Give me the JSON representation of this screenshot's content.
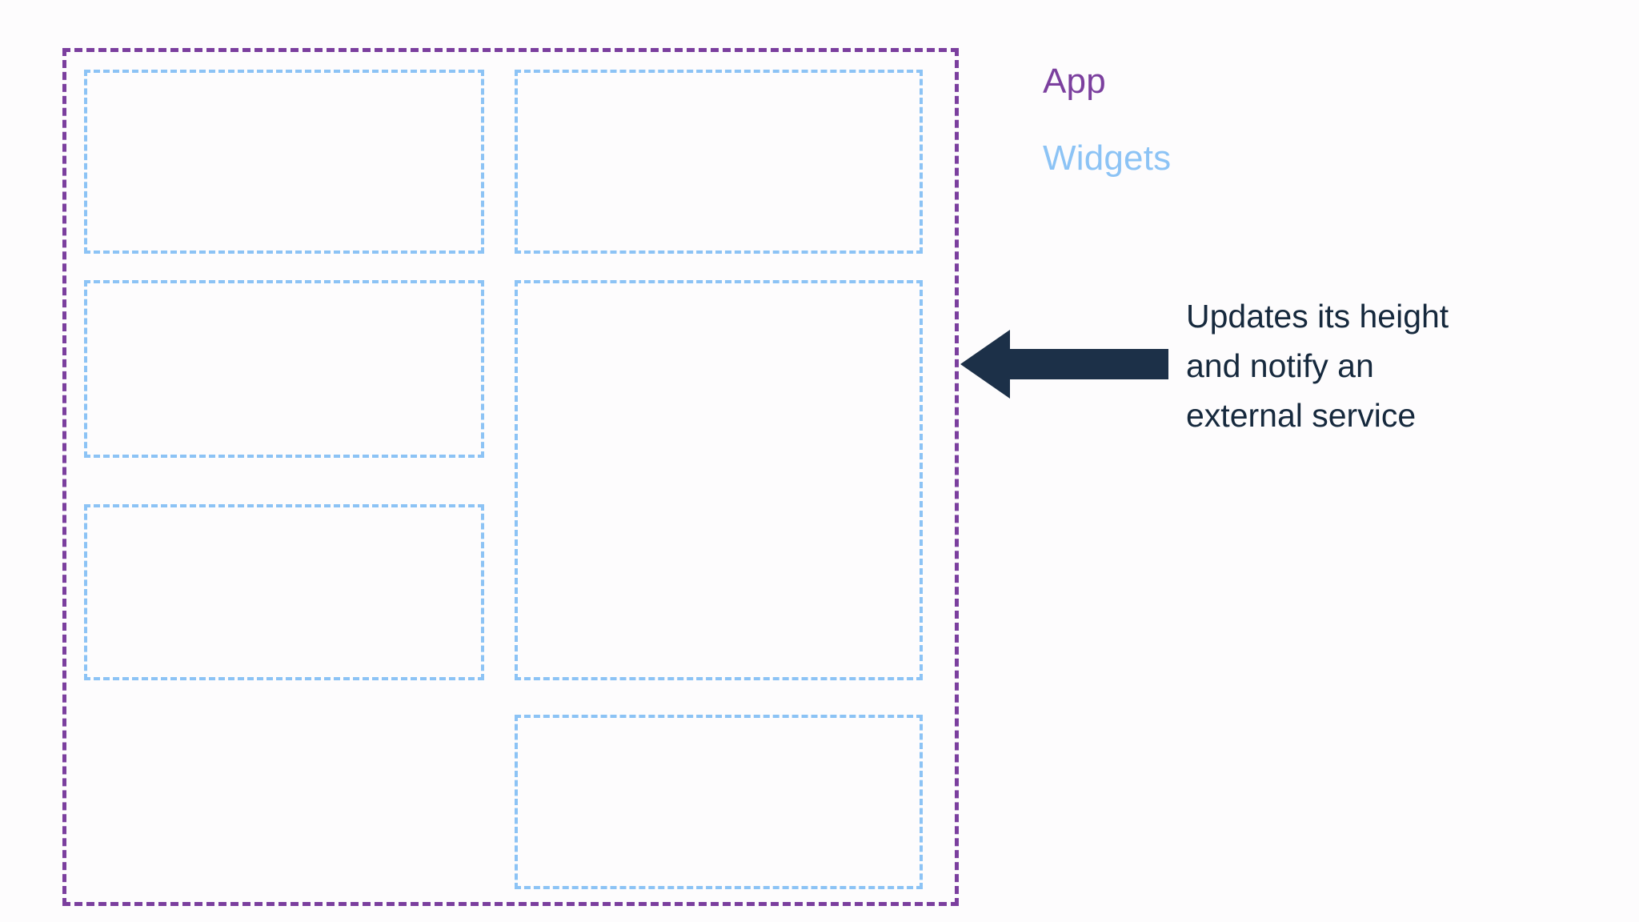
{
  "legend": {
    "app_label": "App",
    "widgets_label": "Widgets",
    "app_color": "#7B3F9E",
    "widgets_color": "#8CC3F5"
  },
  "annotation": {
    "line1": "Updates its height",
    "line2": "and notify an",
    "line3": "external service",
    "full_text": "Updates its height and notify an external service",
    "color": "#16293D"
  },
  "arrow": {
    "direction": "left",
    "color": "#1C3048"
  },
  "app_container": {
    "border_style": "dashed",
    "border_color": "#7B3F9E"
  },
  "widgets": [
    {
      "id": "widget-top-left",
      "style": "left:22px;  top:22px;  width:500px; height:230px;"
    },
    {
      "id": "widget-top-right",
      "style": "left:560px; top:22px;  width:510px; height:230px;"
    },
    {
      "id": "widget-mid-left",
      "style": "left:22px;  top:285px; width:500px; height:222px;"
    },
    {
      "id": "widget-tall-right",
      "style": "left:560px; top:285px; width:510px; height:500px;"
    },
    {
      "id": "widget-lower-left",
      "style": "left:22px;  top:565px; width:500px; height:220px;"
    },
    {
      "id": "widget-bottom-right",
      "style": "left:560px; top:828px; width:510px; height:218px;"
    }
  ]
}
